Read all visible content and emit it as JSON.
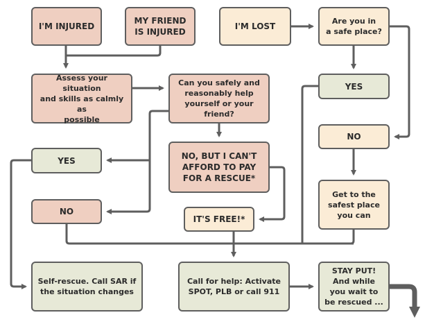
{
  "title": "What to do if you're injured or lost",
  "colors": {
    "injured_path": "#efcfc1",
    "lost_path": "#fbecd6",
    "action": "#e7e9d7",
    "border": "#5e5e5e",
    "connector": "#5e5e5e"
  },
  "nodes": {
    "im_injured": "I'M INJURED",
    "friend_injured": "MY FRIEND\nIS INJURED",
    "im_lost": "I'M LOST",
    "safe_place": "Are you in\na safe place?",
    "assess": "Assess your situation\nand skills as calmly as\npossible",
    "can_help": "Can you safely and\nreasonably help\nyourself or your friend?",
    "yes_right": "YES",
    "yes_left": "YES",
    "no_but": "NO, BUT I CAN'T\nAFFORD TO PAY\nFOR A RESCUE*",
    "no_right": "NO",
    "no_left": "NO",
    "its_free": "IT'S FREE!*",
    "get_safe": "Get to the\nsafest place\nyou can",
    "self_rescue": "Self-rescue. Call SAR if\nthe situation changes",
    "call_help": "Call for help: Activate\nSPOT, PLB or call 911",
    "stay_put": "STAY PUT!\nAnd while\nyou wait to\nbe rescued ..."
  }
}
